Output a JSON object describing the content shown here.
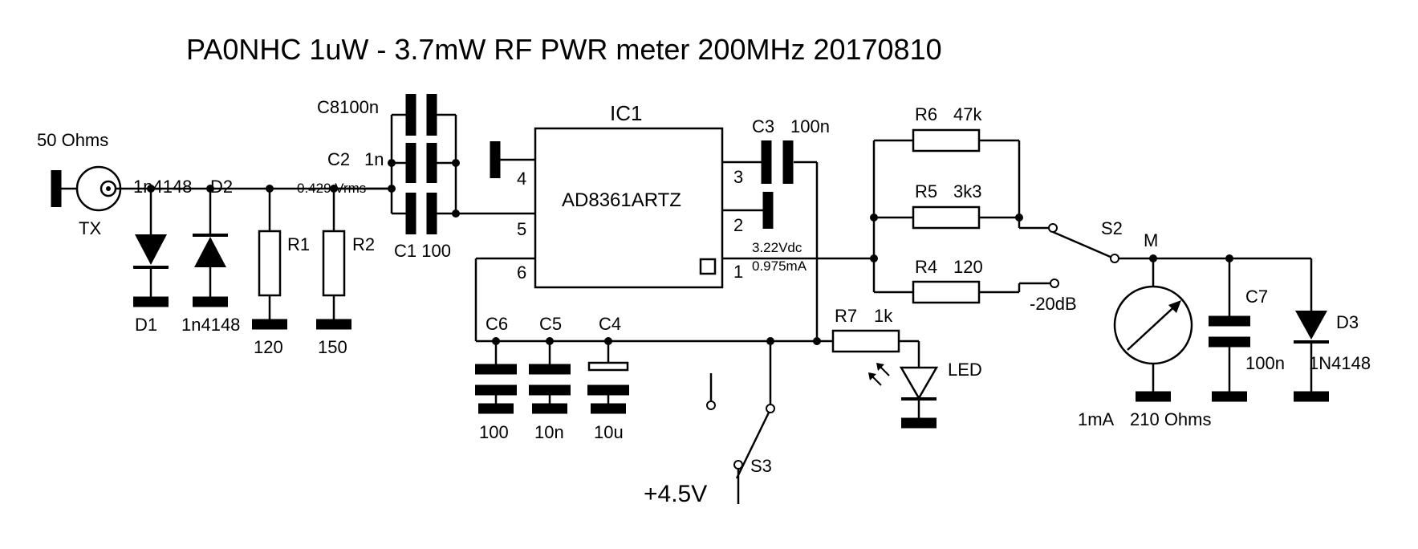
{
  "title": "PA0NHC 1uW - 3.7mW RF PWR meter 200MHz 20170810",
  "input": {
    "impedance": "50 Ohms",
    "connector": "TX"
  },
  "diodes": {
    "d2_ref": "D2",
    "d2_type": "1n4148",
    "d1_ref": "D1",
    "d1_type": "1n4148",
    "d3_ref": "D3",
    "d3_type": "1N4148"
  },
  "resistors": {
    "r1_ref": "R1",
    "r1_value": "120",
    "r2_ref": "R2",
    "r2_value": "150",
    "r4_ref": "R4",
    "r4_value": "120",
    "r5_ref": "R5",
    "r5_value": "3k3",
    "r6_ref": "R6",
    "r6_value": "47k",
    "r7_ref": "R7",
    "r7_value": "1k"
  },
  "capacitors": {
    "c1": "C1 100",
    "c2_ref": "C2",
    "c2_value": "1n",
    "c8": "C8100n",
    "c3_ref": "C3",
    "c3_value": "100n",
    "c4_ref": "C4",
    "c4_value": "10u",
    "c5_ref": "C5",
    "c5_value": "10n",
    "c6_ref": "C6",
    "c6_value": "100",
    "c7_ref": "C7",
    "c7_value": "100n"
  },
  "ic": {
    "ref": "IC1",
    "part": "AD8361ARTZ",
    "pins": {
      "p1": "1",
      "p2": "2",
      "p3": "3",
      "p4": "4",
      "p5": "5",
      "p6": "6"
    }
  },
  "annotations": {
    "input_voltage": "0.429 Vrms",
    "output_voltage": "3.22Vdc",
    "output_current": "0.975mA",
    "attenuation": "-20dB"
  },
  "switches": {
    "s2": "S2",
    "s3": "S3"
  },
  "meter": {
    "ref": "M",
    "range": "1mA",
    "resistance": "210 Ohms"
  },
  "led": {
    "label": "LED"
  },
  "supply": {
    "voltage": "+4.5V"
  }
}
